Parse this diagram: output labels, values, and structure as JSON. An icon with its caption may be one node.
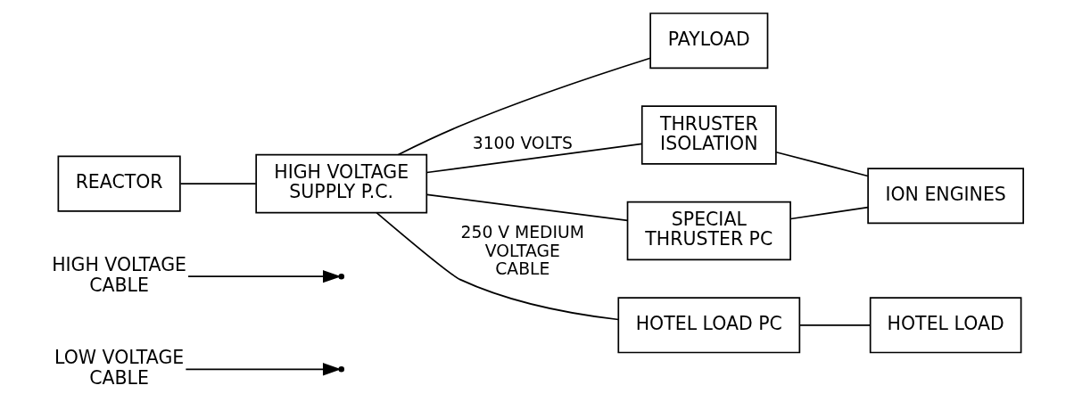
{
  "diagram": {
    "nodes": [
      {
        "text": [
          "LOW VOLTAGE CABLE"
        ]
      },
      {
        "text": [
          "HIGH VOLTAGE CABLE"
        ]
      },
      {
        "text": [
          "REACTOR"
        ]
      },
      {
        "text": [
          "HIGH VOLTAGE SUPPLY P.C."
        ]
      },
      {
        "text": [
          "PAYLOAD"
        ]
      },
      {
        "text": [
          "THRUSTER ISOLATION"
        ]
      },
      {
        "text": [
          "ION ENGINES"
        ]
      },
      {
        "text": [
          "SPECIAL THRUSTER PC"
        ]
      },
      {
        "text": [
          "HOTEL LOAD PC"
        ]
      },
      {
        "text": [
          "HOTEL LOAD"
        ]
      }
    ],
    "edges": [
      {
        "from": 0,
        "to": null,
        "arrow": "to"
      },
      {
        "from": 1,
        "to": null,
        "arrow": "to"
      },
      {
        "from": 2,
        "to": 3,
        "arrow": "none"
      },
      {
        "from": 3,
        "to": 4,
        "arrow": "none"
      },
      {
        "from": 3,
        "to": 5,
        "arrow": "none",
        "label": "3100 VOLTS"
      },
      {
        "from": 3,
        "to": 7,
        "arrow": "none"
      },
      {
        "from": 5,
        "to": 6,
        "arrow": "none"
      },
      {
        "from": 7,
        "to": 6,
        "arrow": "none"
      },
      {
        "from": 3,
        "to": 8,
        "arrow": "none",
        "label": "250 V MEDIUM VOLTAGE CABLE"
      },
      {
        "from": 8,
        "to": 9,
        "arrow": "none"
      }
    ]
  }
}
